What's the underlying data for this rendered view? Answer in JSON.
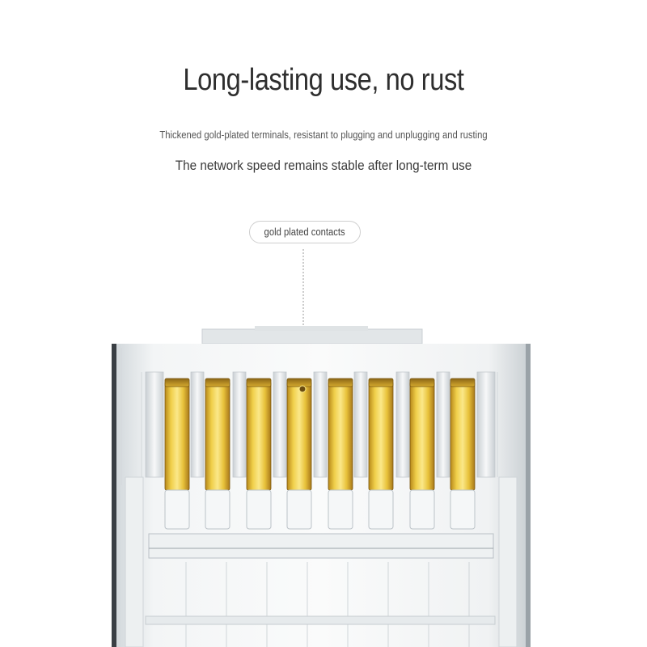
{
  "headline": "Long-lasting use, no rust",
  "subtitle_small": "Thickened gold-plated terminals, resistant to plugging and unplugging and rusting",
  "subtitle_large": "The network speed remains stable after long-term use",
  "callout": {
    "label": "gold plated contacts"
  },
  "product": {
    "icon": "rj45-connector-closeup",
    "contact_count": 8,
    "colors": {
      "gold": "#e8c23a",
      "gold_dark": "#b8891a",
      "plastic": "#e9edef",
      "background": "#ffffff"
    }
  }
}
